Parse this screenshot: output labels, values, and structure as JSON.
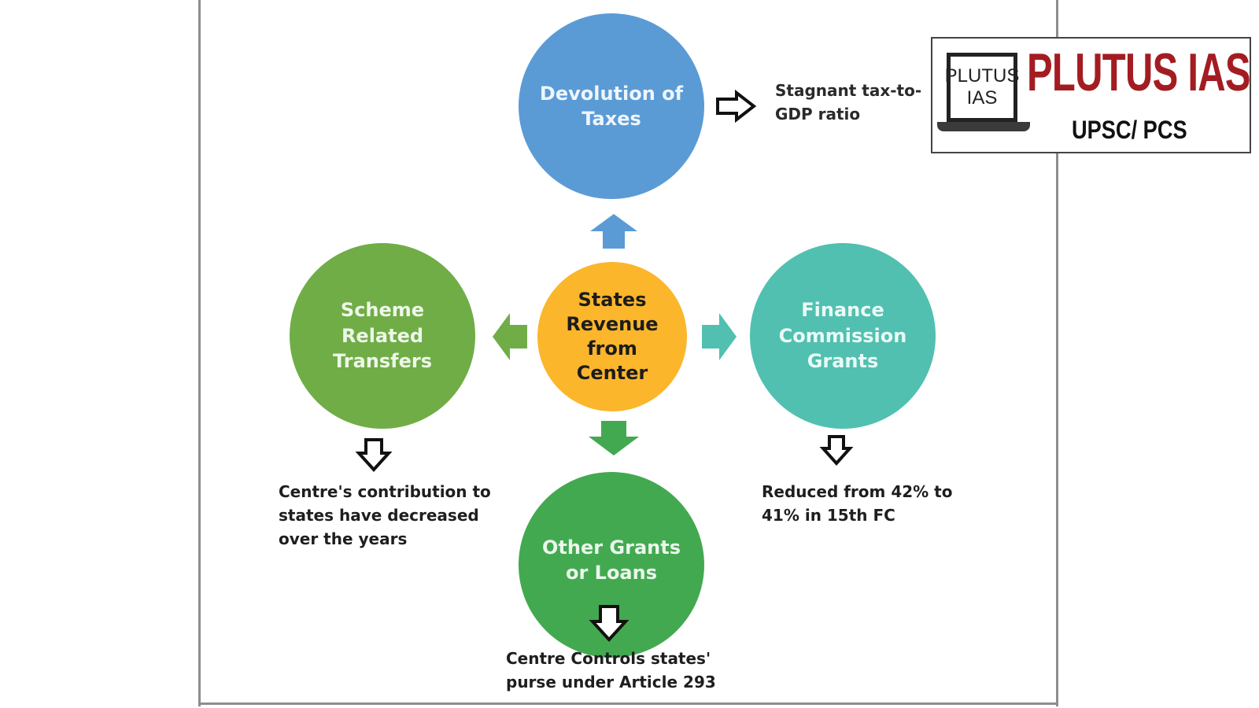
{
  "diagram": {
    "center": "States\nRevenue\nfrom\nCenter",
    "nodes": {
      "top": "Devolution of\nTaxes",
      "left": "Scheme\nRelated\nTransfers",
      "right": "Finance\nCommission\nGrants",
      "bottom": "Other Grants\nor Loans"
    },
    "notes": {
      "top": "Stagnant tax-to-\nGDP ratio",
      "left": "Centre's contribution to\nstates have decreased\nover the years",
      "right": "Reduced from 42% to\n41% in 15th FC",
      "bottom": "Centre Controls states'\npurse under Article 293"
    },
    "colors": {
      "top": "#5b9bd5",
      "left": "#70ad47",
      "center": "#fbb62b",
      "right": "#51c0b0",
      "bottom": "#43a950",
      "arrow_outline": "#111111"
    }
  },
  "logo": {
    "screen_line1": "PLUTUS",
    "screen_line2": "IAS",
    "title": "PLUTUS IAS",
    "subtitle": "UPSC/ PCS"
  }
}
